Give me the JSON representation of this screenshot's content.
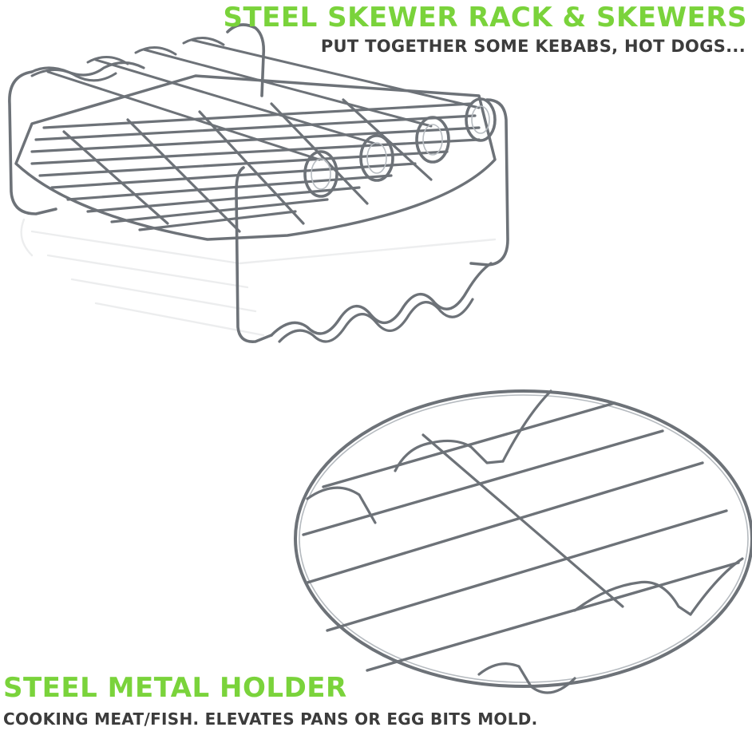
{
  "top_caption": {
    "title": "STEEL SKEWER RACK & SKEWERS",
    "subtitle": "PUT TOGETHER SOME KEBABS, HOT DOGS..."
  },
  "bottom_caption": {
    "title": "STEEL METAL HOLDER",
    "subtitle": "COOKING MEAT/FISH. ELEVATES PANS OR EGG BITS MOLD."
  },
  "colors": {
    "title_green": "#7ad33b",
    "subtitle_gray": "#3c3c3c",
    "steel_dark": "#6d7278",
    "steel_light": "#c8ccd0"
  }
}
